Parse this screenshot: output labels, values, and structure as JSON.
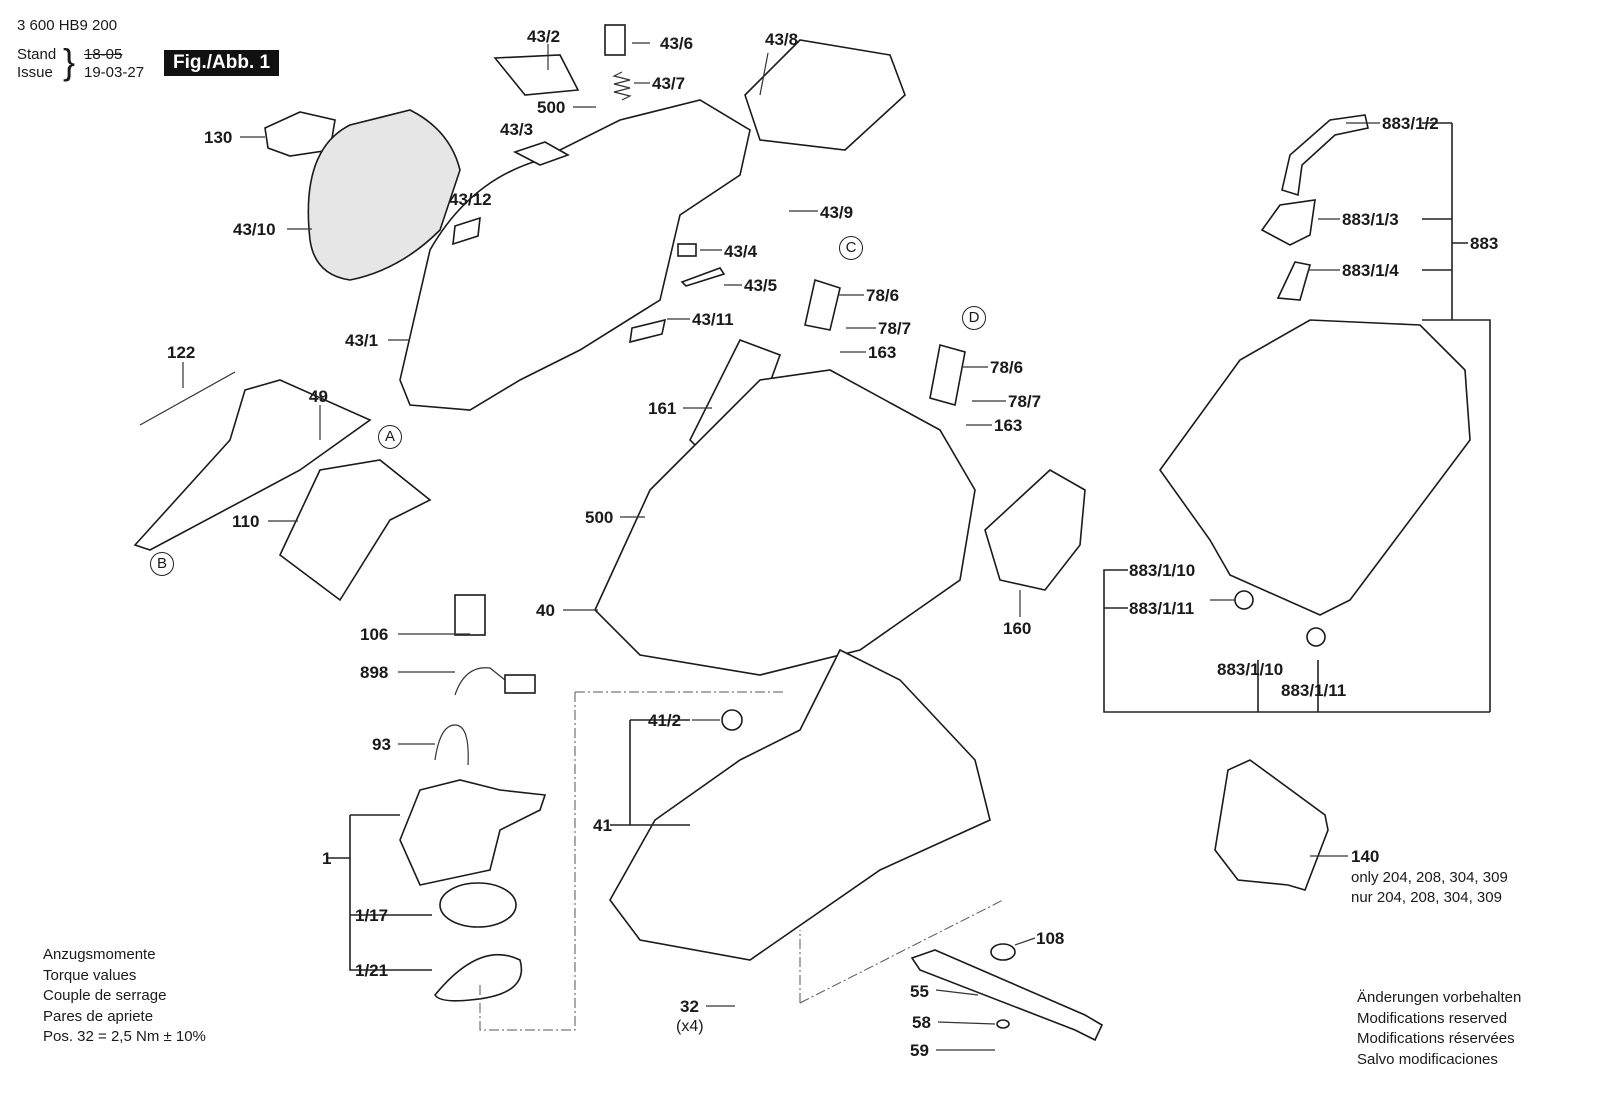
{
  "header": {
    "part_number": "3 600 HB9 200",
    "stand_label": "Stand",
    "issue_label": "Issue",
    "stand_date_struck": "18-05",
    "issue_date": "19-03-27",
    "figure_label": "Fig./Abb. 1"
  },
  "callouts": {
    "c130": "130",
    "c43_10": "43/10",
    "c43_12": "43/12",
    "c43_1": "43/1",
    "c43_2": "43/2",
    "c43_3": "43/3",
    "c500a": "500",
    "c43_6": "43/6",
    "c43_7": "43/7",
    "c43_8": "43/8",
    "c43_9": "43/9",
    "c43_4": "43/4",
    "c43_5": "43/5",
    "c43_11": "43/11",
    "c78_6a": "78/6",
    "c78_7a": "78/7",
    "c163a": "163",
    "c78_6b": "78/6",
    "c78_7b": "78/7",
    "c163b": "163",
    "c122": "122",
    "c49": "49",
    "c110": "110",
    "c161": "161",
    "c500b": "500",
    "c40": "40",
    "c160": "160",
    "c106": "106",
    "c898": "898",
    "c93": "93",
    "c1": "1",
    "c1_17": "1/17",
    "c1_21": "1/21",
    "c41_2": "41/2",
    "c41": "41",
    "c32": "32",
    "c32_qty": "(x4)",
    "c108": "108",
    "c55": "55",
    "c58": "58",
    "c59": "59",
    "c883_1_2": "883/1/2",
    "c883_1_3": "883/1/3",
    "c883": "883",
    "c883_1_4": "883/1/4",
    "c883_1_10a": "883/1/10",
    "c883_1_11a": "883/1/11",
    "c883_1_10b": "883/1/10",
    "c883_1_11b": "883/1/11",
    "c140": "140"
  },
  "reference_markers": {
    "A": "A",
    "B": "B",
    "C": "C",
    "D": "D"
  },
  "notes": {
    "part140_only_en": "only 204, 208, 304, 309",
    "part140_only_de": "nur 204, 208, 304, 309",
    "torque": [
      "Anzugsmomente",
      "Torque values",
      "Couple de serrage",
      "Pares de apriete",
      "Pos. 32 = 2,5 Nm ± 10%"
    ],
    "modifications": [
      "Änderungen vorbehalten",
      "Modifications reserved",
      "Modifications réservées",
      "Salvo modificaciones"
    ]
  }
}
